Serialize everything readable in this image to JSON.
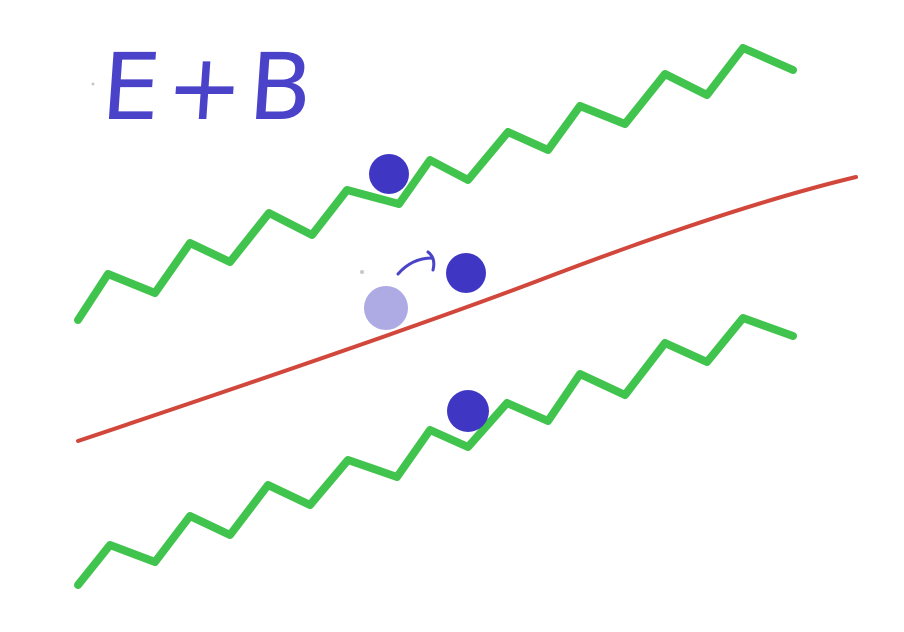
{
  "title": "E+B",
  "colors": {
    "title": "#4a43c9",
    "field_line": "#d2473c",
    "wave": "#41c44d",
    "particle": "#3f37c4",
    "ghost_particle": "#aeaae3",
    "arrow": "#4a43c9"
  },
  "icons": {
    "particle": "filled-circle",
    "ghost_particle": "faded-circle",
    "motion_arrow": "curved-arrow"
  }
}
